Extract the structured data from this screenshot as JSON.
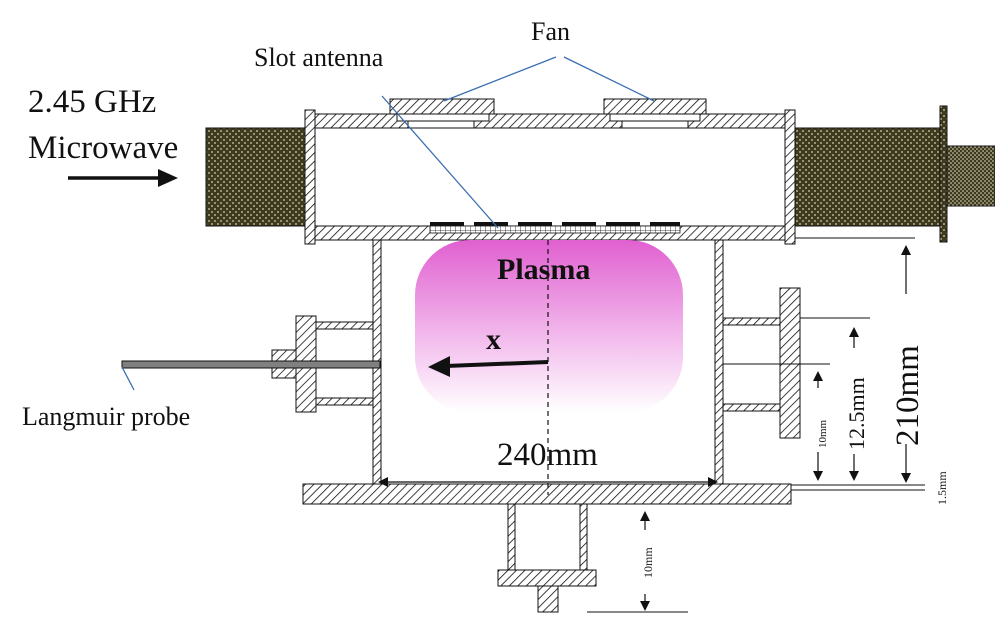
{
  "labels": {
    "fan": "Fan",
    "slot_antenna": "Slot antenna",
    "microwave_freq": "2.45 GHz",
    "microwave": "Microwave",
    "plasma": "Plasma",
    "x_axis": "x",
    "langmuir_probe": "Langmuir probe",
    "width_240": "240mm",
    "height_210": "210mm",
    "dim_12_5": "12.5mm",
    "dim_10_right": "10mm",
    "dim_1_5": "1.5mm",
    "dim_10_bottom": "10mm"
  },
  "colors": {
    "plasma_top": "#e060d0",
    "plasma_bottom": "#ffffff",
    "waveguide_fill": "#3d3a20",
    "hatch": "#111111",
    "leader_line": "#3b6fb0"
  }
}
